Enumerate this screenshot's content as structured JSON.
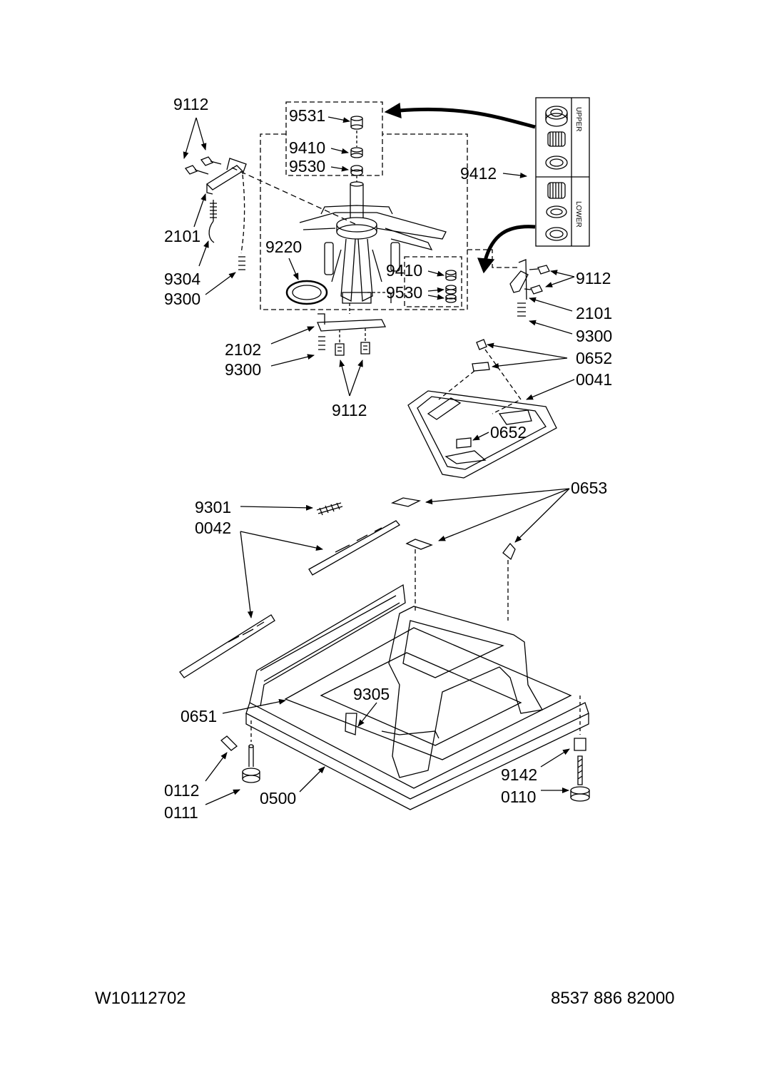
{
  "callouts": {
    "c_9112_tl": "9112",
    "c_9531": "9531",
    "c_9410_top": "9410",
    "c_9530_top": "9530",
    "c_9412": "9412",
    "c_2101_left": "2101",
    "c_9220": "9220",
    "c_9304": "9304",
    "c_9300_left": "9300",
    "c_9410_right": "9410",
    "c_9530_right": "9530",
    "c_9112_right": "9112",
    "c_2101_right": "2101",
    "c_9300_right": "9300",
    "c_0652_top": "0652",
    "c_0041": "0041",
    "c_0652_mid": "0652",
    "c_2102": "2102",
    "c_9300_bottom": "9300",
    "c_9112_bottom": "9112",
    "c_0653": "0653",
    "c_9301": "9301",
    "c_0042": "0042",
    "c_9305": "9305",
    "c_0651": "0651",
    "c_9142": "9142",
    "c_0110": "0110",
    "c_0112": "0112",
    "c_0111": "0111",
    "c_0500": "0500"
  },
  "inset": {
    "upper_label": "UPPER",
    "lower_label": "LOWER"
  },
  "footer": {
    "left_code": "W10112702",
    "right_code": "8537 886 82000"
  }
}
